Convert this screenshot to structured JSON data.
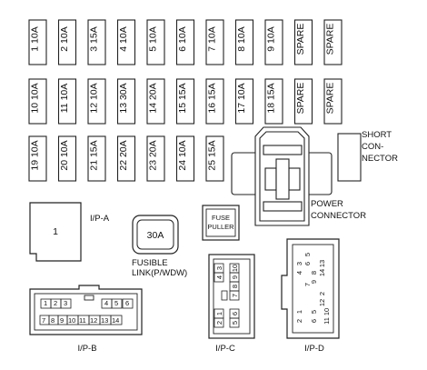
{
  "fuse_rows": [
    [
      "1 10A",
      "2 10A",
      "3 15A",
      "4 10A",
      "5 10A",
      "6 10A",
      "7 10A",
      "8 10A",
      "9 10A",
      "SPARE",
      "SPARE"
    ],
    [
      "10 10A",
      "11 10A",
      "12 10A",
      "13 30A",
      "14 20A",
      "15 15A",
      "16 15A",
      "17 10A",
      "18 15A",
      "SPARE",
      "SPARE"
    ],
    [
      "19 10A",
      "20 10A",
      "21 15A",
      "22 20A",
      "23 20A",
      "24 10A",
      "25 15A"
    ]
  ],
  "short_connector": [
    "SHORT",
    "CON-",
    "NECTOR"
  ],
  "power_connector": [
    "POWER",
    "CONNECTOR"
  ],
  "ip_a": {
    "pin": "1",
    "label": "I/P-A"
  },
  "fusible_link": {
    "value": "30A",
    "label": [
      "FUSIBLE",
      "LINK(P/WDW)"
    ]
  },
  "fuse_puller": [
    "FUSE",
    "PULLER"
  ],
  "ip_b": {
    "label": "I/P-B",
    "pins_row1": [
      "1",
      "2",
      "3",
      "4",
      "5",
      "6"
    ],
    "pins_row2": [
      "7",
      "8",
      "9",
      "10",
      "11",
      "12",
      "13",
      "14"
    ]
  },
  "ip_c": {
    "label": "I/P-C",
    "top_pins": [
      "3",
      "4",
      "5",
      "6",
      "7",
      "8",
      "9",
      "10"
    ],
    "bottom_pins": [
      "1",
      "2"
    ]
  },
  "ip_d": {
    "label": "I/P-D",
    "pins": [
      "5",
      "6",
      "3",
      "4",
      "13",
      "14",
      "8",
      "9",
      "7",
      "2",
      "12",
      "1",
      "2",
      "5",
      "6",
      "10",
      "11"
    ]
  }
}
